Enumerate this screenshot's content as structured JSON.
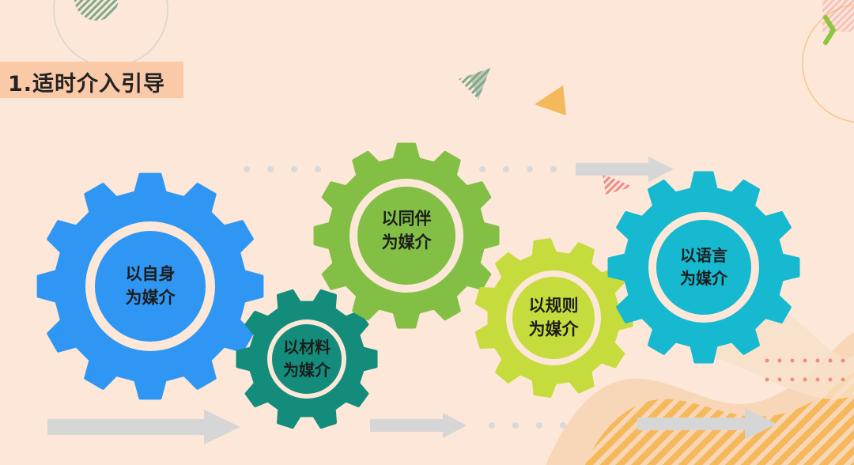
{
  "title": "1.适时介入引导",
  "gears": [
    {
      "line1": "以自身",
      "line2": "为媒介",
      "color": "#2f97f3"
    },
    {
      "line1": "以材料",
      "line2": "为媒介",
      "color": "#138c7c"
    },
    {
      "line1": "以同伴",
      "line2": "为媒介",
      "color": "#84bf45"
    },
    {
      "line1": "以规则",
      "line2": "为媒介",
      "color": "#c6dc3c"
    },
    {
      "line1": "以语言",
      "line2": "为媒介",
      "color": "#16b9cf"
    }
  ],
  "colors": {
    "background": "#fce7d8",
    "title_bg": "#f9c9a8",
    "arrow": "#d6d6d6",
    "dots": "#d9d9d9",
    "stripe_orange": "#f5b85a",
    "accent_green": "#8cc63f"
  }
}
